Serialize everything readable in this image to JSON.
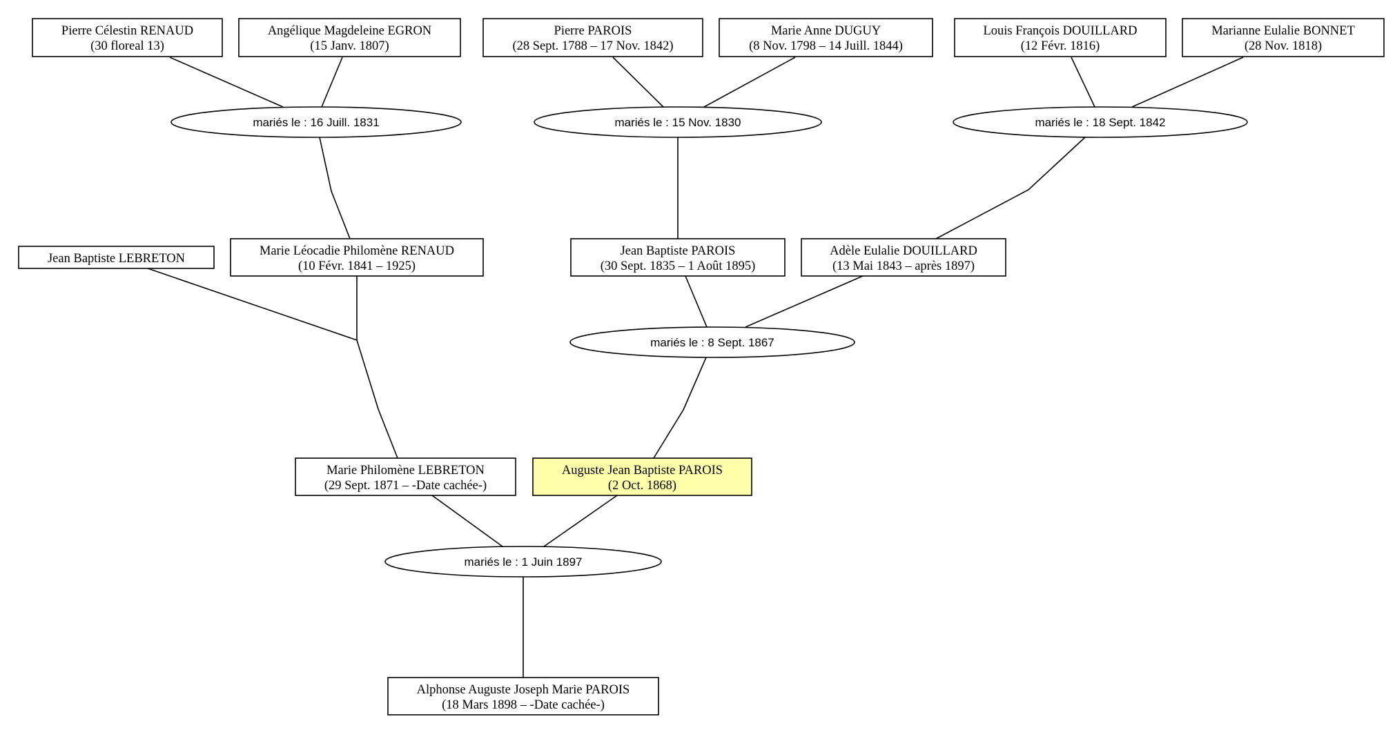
{
  "persons": {
    "p_renaud_pierre": {
      "name": "Pierre Célestin RENAUD",
      "dates": "(30 floreal 13)"
    },
    "p_egron": {
      "name": "Angélique Magdeleine EGRON",
      "dates": "(15 Janv. 1807)"
    },
    "p_parois_pierre": {
      "name": "Pierre PAROIS",
      "dates": "(28 Sept. 1788 – 17 Nov. 1842)"
    },
    "p_duguy": {
      "name": "Marie Anne DUGUY",
      "dates": "(8 Nov. 1798 – 14 Juill. 1844)"
    },
    "p_douillard_louis": {
      "name": "Louis François DOUILLARD",
      "dates": "(12 Févr. 1816)"
    },
    "p_bonnet": {
      "name": "Marianne Eulalie BONNET",
      "dates": "(28 Nov. 1818)"
    },
    "p_lebreton_jb": {
      "name": "Jean Baptiste LEBRETON",
      "dates": ""
    },
    "p_renaud_marie": {
      "name": "Marie Léocadie Philomène RENAUD",
      "dates": "(10 Févr. 1841 – 1925)"
    },
    "p_parois_jb": {
      "name": "Jean Baptiste PAROIS",
      "dates": "(30 Sept. 1835 – 1 Août 1895)"
    },
    "p_douillard_adele": {
      "name": "Adèle Eulalie DOUILLARD",
      "dates": "(13 Mai 1843 – après 1897)"
    },
    "p_lebreton_marie": {
      "name": "Marie Philomène LEBRETON",
      "dates": "(29 Sept. 1871 – -Date cachée-)"
    },
    "p_parois_auguste": {
      "name": "Auguste Jean Baptiste PAROIS",
      "dates": "(2 Oct. 1868)"
    },
    "p_parois_alphonse": {
      "name": "Alphonse Auguste Joseph Marie PAROIS",
      "dates": "(18 Mars 1898 – -Date cachée-)"
    }
  },
  "marriages": {
    "m_1831": {
      "label": "mariés le : 16 Juill. 1831"
    },
    "m_1830": {
      "label": "mariés le : 15 Nov. 1830"
    },
    "m_1842": {
      "label": "mariés le : 18 Sept. 1842"
    },
    "m_1867": {
      "label": "mariés le : 8 Sept. 1867"
    },
    "m_1897": {
      "label": "mariés le : 1 Juin 1897"
    }
  },
  "highlighted_person": "p_parois_auguste",
  "colors": {
    "highlight_fill": "#ffffaa",
    "stroke": "#000000",
    "background": "#ffffff"
  }
}
